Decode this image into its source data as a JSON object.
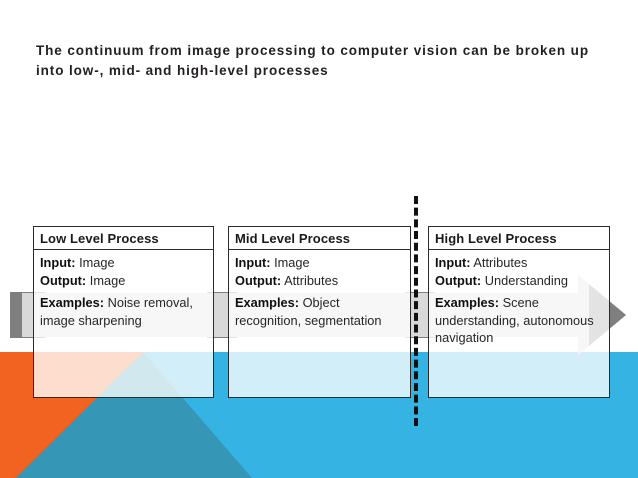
{
  "slide": {
    "title": "The continuum from image processing to computer vision can be broken up into low-, mid- and high-level processes",
    "background": {
      "orange": "#f26322",
      "blue": "#35b4e3",
      "teal": "#3596b5",
      "white": "#ffffff"
    },
    "arrow": {
      "name": "process-flow-arrow",
      "body_color": "#d9d9d9",
      "shadow_color": "#7f7f7f",
      "direction": "right"
    },
    "divider": {
      "name": "vertical-dashed-divider",
      "color": "#111111",
      "style": "dashed"
    },
    "processes": [
      {
        "header": "Low Level Process",
        "input_label": "Input:",
        "input_value": "Image",
        "output_label": "Output:",
        "output_value": "Image",
        "examples_label": "Examples:",
        "examples_value": "Noise removal, image sharpening"
      },
      {
        "header": "Mid Level Process",
        "input_label": "Input:",
        "input_value": "Image",
        "output_label": "Output:",
        "output_value": "Attributes",
        "examples_label": "Examples:",
        "examples_value": "Object recognition, segmentation"
      },
      {
        "header": "High Level Process",
        "input_label": "Input:",
        "input_value": "Attributes",
        "output_label": "Output:",
        "output_value": "Understanding",
        "examples_label": "Examples:",
        "examples_value": "Scene understanding, autonomous navigation"
      }
    ]
  }
}
